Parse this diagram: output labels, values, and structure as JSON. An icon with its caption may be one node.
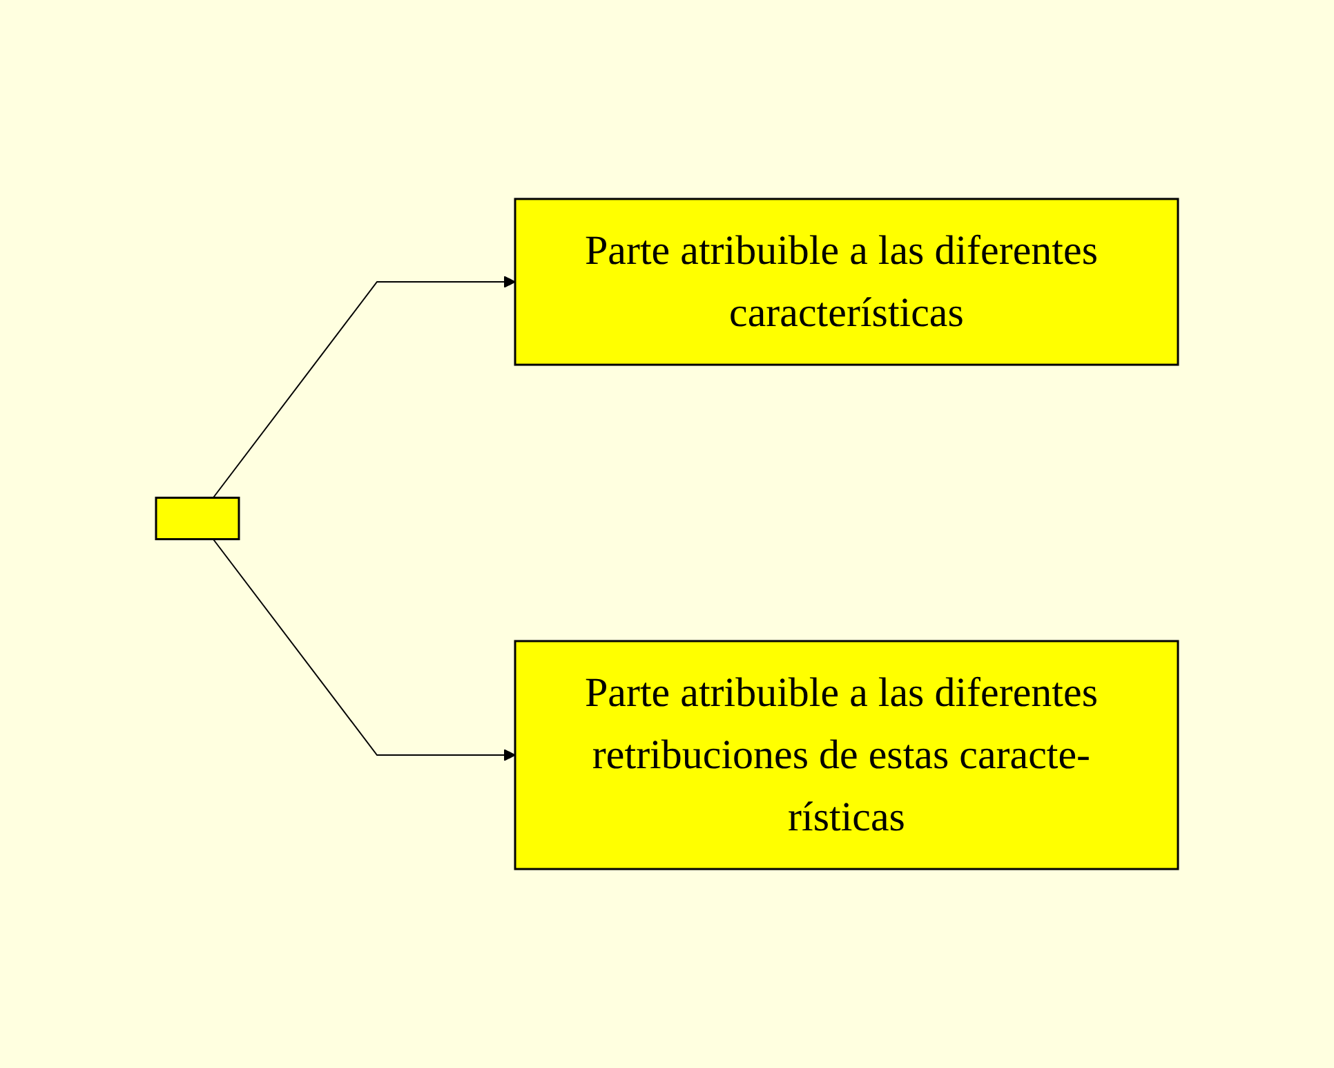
{
  "diagram": {
    "nodes": [
      {
        "text": [],
        "shape": "box"
      },
      {
        "text": [
          "Parte atribuible a las diferentes características"
        ]
      },
      {
        "text": [
          "Parte atribuible a las diferentes retribuciones de estas caracte- rísticas"
        ]
      }
    ],
    "edges": [
      {
        "from": 0,
        "to": 1,
        "arrow": "to"
      },
      {
        "from": 0,
        "to": 2,
        "arrow": "to"
      }
    ]
  }
}
